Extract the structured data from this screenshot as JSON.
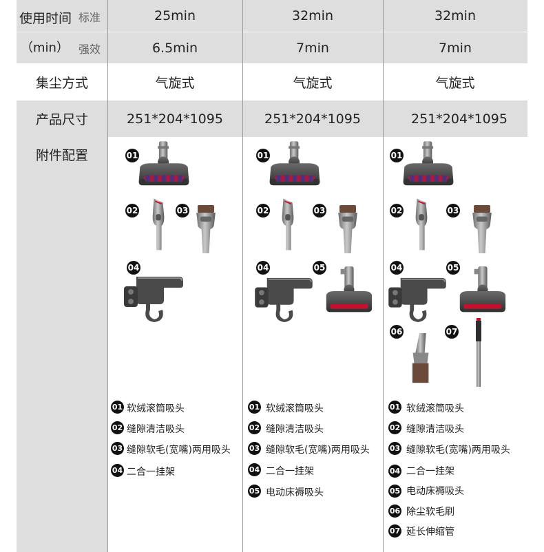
{
  "header": {
    "runtime_label": "使用时间",
    "runtime_unit": "（min）",
    "standard_label": "标准",
    "strong_label": "强效",
    "standard_values": [
      "25min",
      "32min",
      "32min"
    ],
    "strong_values": [
      "6.5min",
      "7min",
      "7min"
    ]
  },
  "rows": {
    "dust_label": "集尘方式",
    "dust_values": [
      "气旋式",
      "气旋式",
      "气旋式"
    ],
    "size_label": "产品尺寸",
    "size_values": [
      "251*204*1095",
      "251*204*1095",
      "251*204*1095"
    ],
    "accessory_label": "附件配置"
  },
  "numbers": [
    "01",
    "02",
    "03",
    "04",
    "05",
    "06",
    "07"
  ],
  "accessories": [
    "软绒滚筒吸头",
    "缝隙清洁吸头",
    "缝隙软毛(宽嘴)两用吸头",
    "二合一挂架",
    "电动床褥吸头",
    "除尘软毛刷",
    "延长伸缩管"
  ],
  "colors": {
    "band_gray": "#dedede",
    "roller_red": "#c8102e",
    "roller_blue": "#2b3a8f",
    "badge_black": "#111111"
  }
}
